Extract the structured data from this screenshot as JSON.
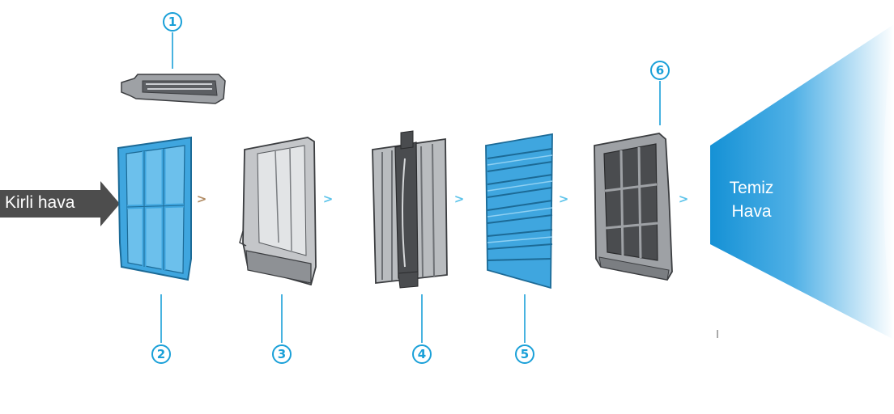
{
  "labels": {
    "dirty_air": "Kirli hava",
    "clean_air_line1": "Temiz",
    "clean_air_line2": "Hava"
  },
  "filter_numbers": [
    "1",
    "2",
    "3",
    "4",
    "5",
    "6"
  ],
  "flow_arrow_glyph": ">",
  "colors": {
    "accent_blue": "#1aa0d8",
    "filter_blue": "#3fa6df",
    "frame_gray": "#8c8f93",
    "dark_gray": "#4a4c4f",
    "arrow_gray": "#4d4d4d",
    "first_chevron": "#b08a62",
    "other_chevrons": "#5bc3ea"
  },
  "icons": [
    "arrow-right-icon",
    "chevron-right-icon"
  ]
}
